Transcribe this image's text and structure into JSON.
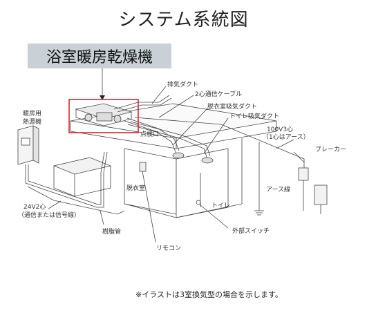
{
  "title": "システム系統図",
  "product": "浴室暖房乾燥機",
  "labels": {
    "exhaust_duct": "排気ダクト",
    "two_core_cable": "2心通信ケーブル",
    "dressing_intake_duct": "脱衣室吸気ダクト",
    "toilet_intake_duct": "トイレ吸気ダクト",
    "power_100v_line1": "100V3心",
    "power_100v_line2": "（1心はアース）",
    "breaker": "ブレーカー",
    "inspection_port": "点検口",
    "heat_source_line1": "暖房用",
    "heat_source_line2": "熱源機",
    "dressing_room": "脱衣室",
    "toilet": "トイレ",
    "ground_wire": "アース線",
    "signal_line1": "24V2心",
    "signal_line2": "（通信または信号線）",
    "resin_pipe": "樹脂管",
    "remote": "リモコン",
    "external_switch": "外部スイッチ"
  },
  "note": "※イラストは3室換気型の場合を示します。",
  "colors": {
    "banner_bg": "#c9d0d6",
    "highlight": "#d9272e",
    "line": "#444444"
  }
}
